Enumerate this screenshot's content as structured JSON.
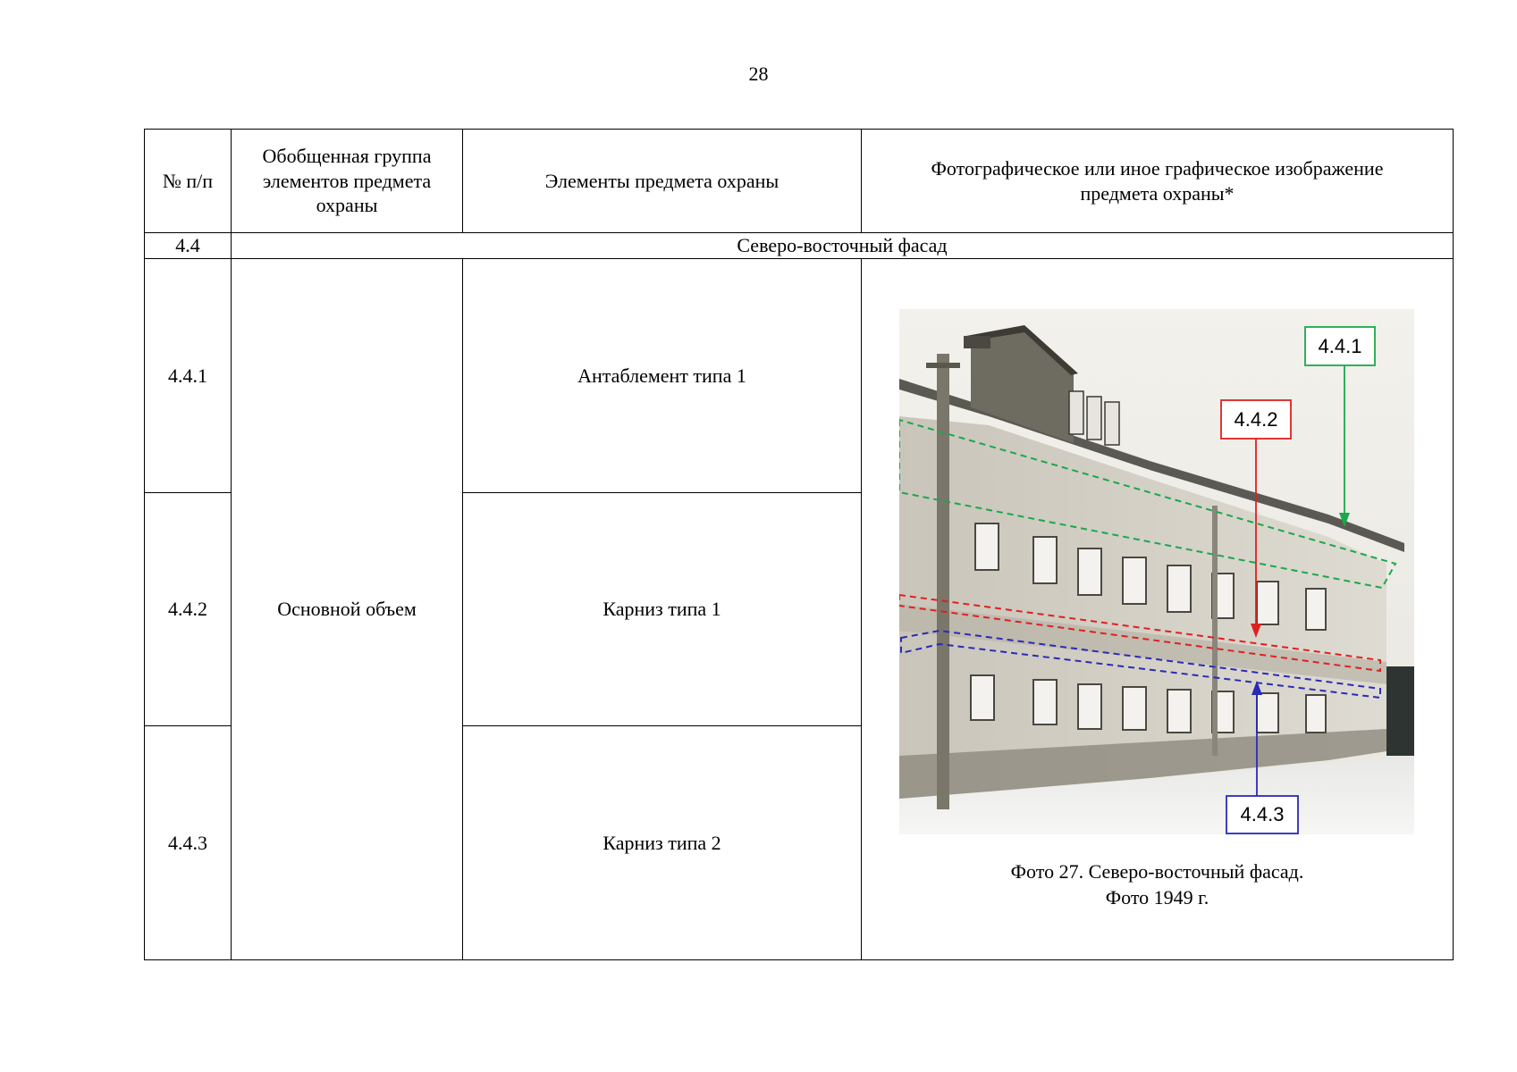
{
  "page": {
    "number": "28"
  },
  "table": {
    "headers": {
      "num": "№ п/п",
      "group": "Обобщенная группа элементов предмета охраны",
      "elements": "Элементы предмета охраны",
      "image": "Фотографическое или иное графическое изображение предмета охраны*"
    },
    "section": {
      "num": "4.4",
      "title": "Северо-восточный фасад"
    },
    "group_name": "Основной объем",
    "rows": [
      {
        "num": "4.4.1",
        "element": "Антаблемент типа 1"
      },
      {
        "num": "4.4.2",
        "element": "Карниз типа 1"
      },
      {
        "num": "4.4.3",
        "element": "Карниз типа 2"
      }
    ]
  },
  "photo": {
    "labels": [
      "4.4.1",
      "4.4.2",
      "4.4.3"
    ],
    "label_colors": {
      "green": "#1aa84a",
      "red": "#e02020",
      "blue": "#2a2ab8"
    },
    "caption_line1": "Фото 27. Северо-восточный фасад.",
    "caption_line2": "Фото 1949 г."
  }
}
